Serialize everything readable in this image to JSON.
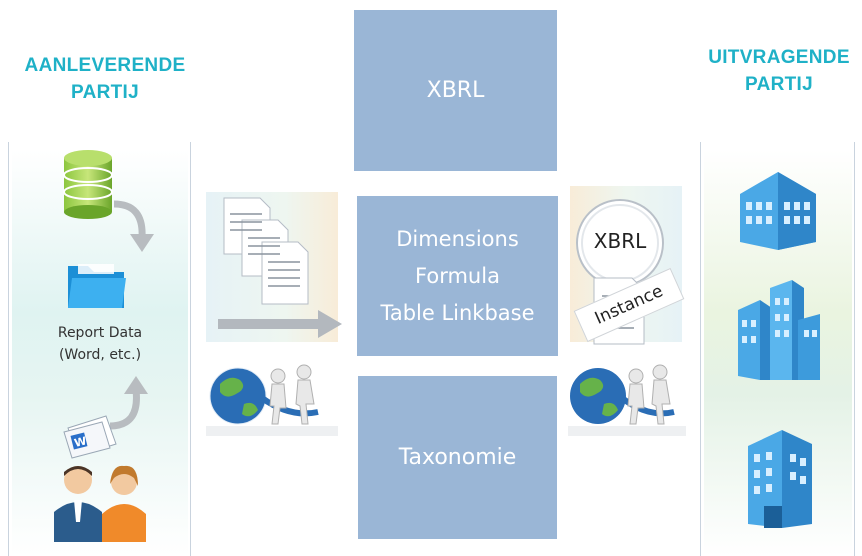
{
  "left": {
    "title_line1": "AANLEVERENDE",
    "title_line2": "PARTIJ",
    "report_line1": "Report Data",
    "report_line2": "(Word, etc.)"
  },
  "right": {
    "title_line1": "UITVRAGENDE",
    "title_line2": "PARTIJ"
  },
  "center": {
    "top_label": "XBRL",
    "middle_line1": "Dimensions",
    "middle_line2": "Formula",
    "middle_line3": "Table Linkbase",
    "bottom_label": "Taxonomie"
  },
  "output": {
    "badge_label": "XBRL",
    "instance_label": "Instance"
  },
  "colors": {
    "accent_title": "#1fb1c7",
    "block_fill": "#9ab6d6",
    "block_text": "#ffffff"
  }
}
